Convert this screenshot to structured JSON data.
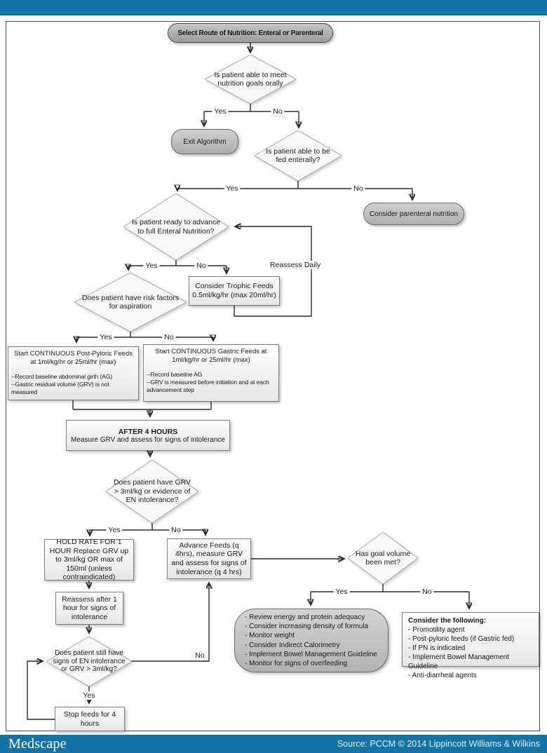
{
  "colors": {
    "brand_blue": "#1474a8",
    "line": "#2a2a2a"
  },
  "footer": {
    "logo_text": "Medscape",
    "source_text": "Source: PCCM © 2014 Lippincott Williams & Wilkins"
  },
  "labels": {
    "yes": "Yes",
    "no": "No",
    "reassess_daily": "Reassess Daily"
  },
  "flowchart": {
    "nodes": {
      "start": "Select Route of Nutrition: Enteral or Parenteral",
      "oral_goals": "Is patient able to meet nutrition goals orally",
      "exit": "Exit Algorithm",
      "fed_enterally": "Is patient able to be fed enterally?",
      "consider_parenteral": "Consider parenteral nutrition",
      "ready_full_en": "Is patient ready to advance to full Enteral Nutrition?",
      "trophic_feeds": "Consider Trophic Feeds 0.5ml/kg/hr (max 20ml/hr)",
      "aspiration_risk": "Does patient have risk factors for aspiration",
      "post_pyloric": {
        "title": "Start CONTINUOUS Post-Pyloric Feeds at 1ml/kg/hr or 25ml/hr (max)",
        "note1": "--Record baseline abdominal girth (AG)",
        "note2": "--Gastric residual volume (GRV) is not measured"
      },
      "gastric": {
        "title": "Start CONTINUOUS Gastric Feeds at 1ml/kg/hr or 25ml/hr (max)",
        "note1": "--Record baseline AG",
        "note2": "--GRV is measured before initiation and at each advancement step"
      },
      "after_4_hours": {
        "title": "AFTER 4 HOURS",
        "subtitle": "Measure GRV and assess for signs of intolerance"
      },
      "grv_check": "Does patient have GRV > 3ml/kg or evidence of EN intolerance?",
      "hold_rate": "HOLD RATE FOR 1 HOUR Replace GRV up to 3ml/kg OR max of 150ml (unless contraindicated)",
      "advance_feeds": "Advance Feeds (q 4hrs), measure GRV and assess for signs of intolerance (q 4 hrs)",
      "reassess_1hr": "Reassess after 1 hour for signs of intolerance",
      "still_intolerant": "Does patient still have signs of EN intolerance or GRV > 3ml/kg?",
      "stop_feeds": "Stop feeds for 4 hours",
      "goal_volume": "Has goal volume been met?",
      "goal_met": {
        "items": [
          "- Review energy and protein adequacy",
          "- Consider increasing density of formula",
          "- Monitor weight",
          "- Consider Indirect Calorimetry",
          "- Implement Bowel Management Guideline",
          "- Monitor for signs of overfeeding"
        ]
      },
      "goal_not_met": {
        "title": "Consider the following:",
        "items": [
          "- Promotility agent",
          "- Post-pyloric feeds (if Gastric fed)",
          "- If PN is indicated",
          "- Implement Bowel Management Guideline",
          "- Anti-diarrheal agents"
        ]
      }
    }
  }
}
